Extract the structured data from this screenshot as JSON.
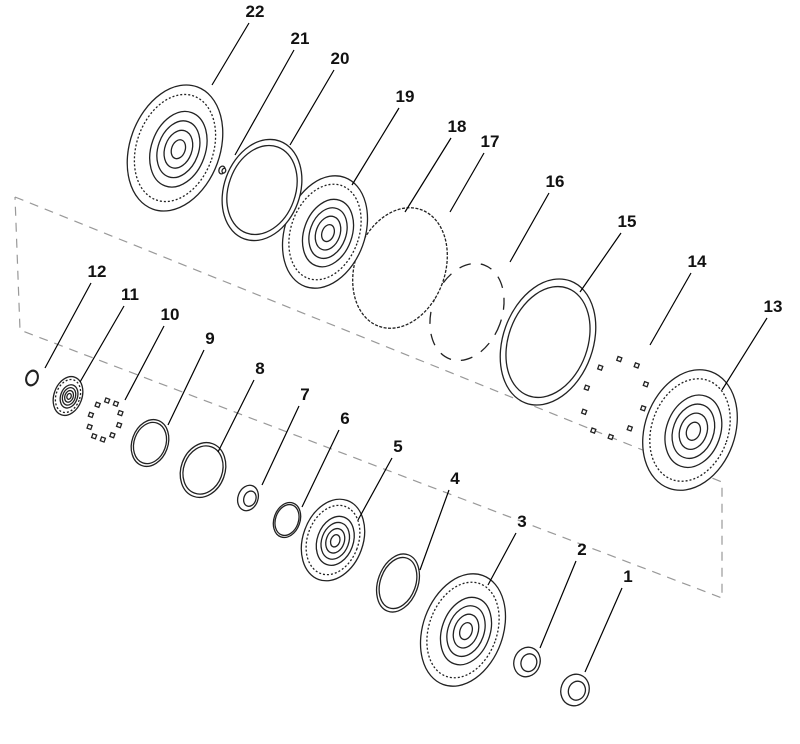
{
  "diagram": {
    "type": "exploded-parts-view",
    "callouts": [
      "1",
      "2",
      "3",
      "4",
      "5",
      "6",
      "7",
      "8",
      "9",
      "10",
      "11",
      "12",
      "13",
      "14",
      "15",
      "16",
      "17",
      "18",
      "19",
      "20",
      "21",
      "22"
    ]
  }
}
